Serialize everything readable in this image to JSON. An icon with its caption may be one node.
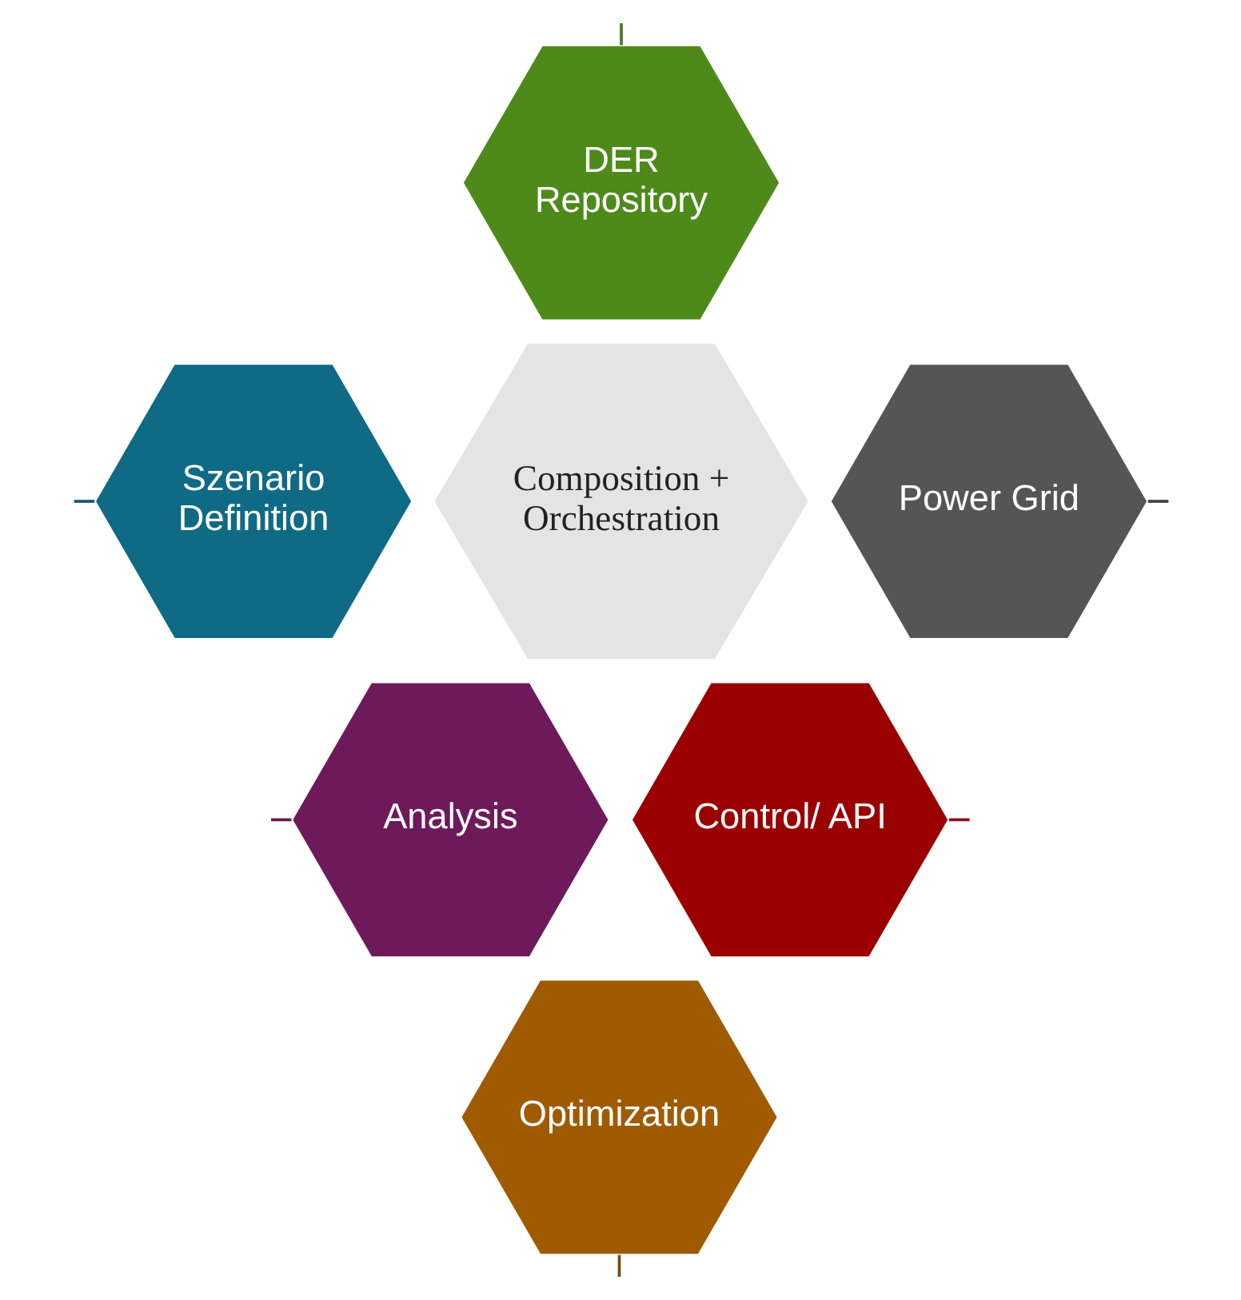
{
  "diagram": {
    "nodes": [
      {
        "text": [
          "DER Repository"
        ]
      },
      {
        "text": [
          "Szenario Definition"
        ]
      },
      {
        "text": [
          "Power Grid"
        ]
      },
      {
        "text": [
          "Composition + Orchestration"
        ]
      },
      {
        "text": [
          "Analysis"
        ]
      },
      {
        "text": [
          "Control/ API"
        ]
      },
      {
        "text": [
          "Optimization"
        ]
      }
    ],
    "edges": [
      {
        "from": 0,
        "to": null,
        "arrow": "none",
        "color": "#4e7a1e"
      },
      {
        "from": 1,
        "to": null,
        "arrow": "none",
        "color": "#1a5a6e"
      },
      {
        "from": 2,
        "to": null,
        "arrow": "none",
        "color": "#444444"
      },
      {
        "from": 4,
        "to": null,
        "arrow": "none",
        "color": "#6a1a50"
      },
      {
        "from": 5,
        "to": null,
        "arrow": "none",
        "color": "#8a1020"
      },
      {
        "from": 6,
        "to": null,
        "arrow": "none",
        "color": "#7a4a10"
      }
    ]
  }
}
